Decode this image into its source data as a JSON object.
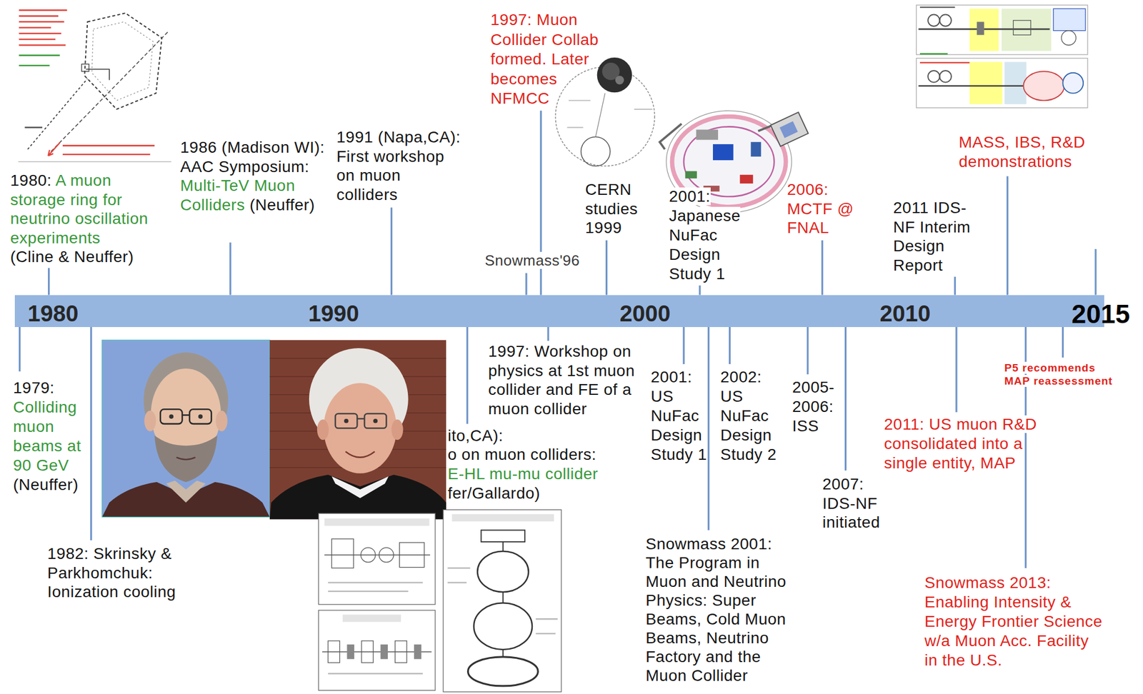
{
  "diagram": {
    "nodes": [
      {
        "text": [
          "1980",
          "1990",
          "2000",
          "2010",
          "2015"
        ]
      }
    ],
    "labels": [
      "1980:",
      "A muon storage ring for neutrino oscillation experiments",
      "(Cline & Neuffer)",
      "1986 (Madison WI): AAC Symposium:",
      "Multi-TeV Muon Colliders",
      "(Neuffer)",
      "1991 (Napa,CA): First workshop on muon colliders",
      "1997: Muon Collider Collab formed. Later becomes NFMCC",
      "Snowmass'96",
      "CERN studies 1999",
      "2001: Japanese NuFac Design Study 1",
      "2006: MCTF @ FNAL",
      "2011 IDS-NF Interim Design Report",
      "MASS, IBS, R&D demonstrations",
      "1979:",
      "Colliding muon beams at 90 GeV",
      "(Neuffer)",
      "1982: Skrinsky & Parkhomchuk: Ionization cooling",
      "ito,CA):",
      "o on muon colliders:",
      "E-HL mu-mu collider",
      "fer/Gallardo)",
      "1997: Workshop on physics at 1st muon collider and FE of a muon collider",
      "2001: US NuFac Design Study 1",
      "2002: US NuFac Design Study 2",
      "Snowmass 2001: The Program in Muon and Neutrino Physics: Super Beams, Cold Muon Beams, Neutrino Factory and the Muon Collider",
      "2005-2006: ISS",
      "2007: IDS-NF initiated",
      "2011: US muon R&D consolidated into a single entity, MAP",
      "Snowmass 2013: Enabling Intensity & Energy Frontier Science w/a Muon Acc. Facility in the U.S.",
      "P5 recommends MAP reassessment"
    ]
  }
}
